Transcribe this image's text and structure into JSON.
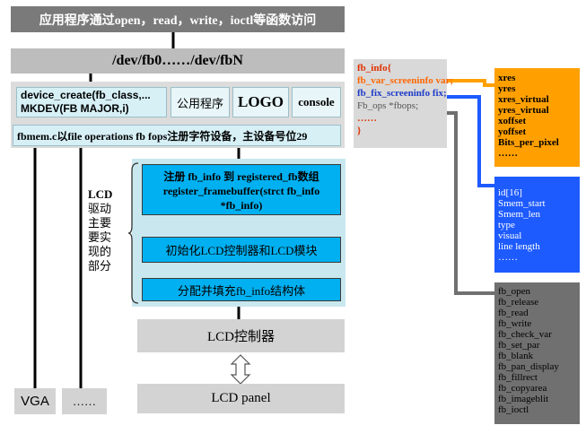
{
  "header": {
    "title": "应用程序通过open，read，write，ioctl等函数访问"
  },
  "device_path": "/dev/fb0……/dev/fbN",
  "core_layer": {
    "device_create_line1": "device_create(fb_class,...",
    "device_create_line2": "MKDEV(FB MAJOR,i)",
    "public_program": "公用程序",
    "logo": "LOGO",
    "console": "console",
    "fbmem_note": "fbmem.c以file operations fb fops注册字符设备，主设备号位29"
  },
  "lcd_driver": {
    "label_line1": "LCD",
    "label_rest": [
      "驱动",
      "主要",
      "要实",
      "现的",
      "部分"
    ],
    "step1_line1": "注册 fb_info 到 registered_fb数组",
    "step1_line2": "register_framebuffer(strct fb_info",
    "step1_line3": "*fb_info)",
    "step2": "初始化LCD控制器和LCD模块",
    "step3": "分配并填充fb_info结构体"
  },
  "hardware": {
    "controller": "LCD控制器",
    "panel": "LCD panel",
    "vga": "VGA",
    "other": "……"
  },
  "fb_info_struct": {
    "line1": "fb_info{",
    "var_line": "fb_var_screeninfo var;",
    "fix_line": "fb_fix_screeninfo fix;",
    "ops_line": "Fb_ops *fbops;",
    "ellipsis": "……",
    "close": "}"
  },
  "var_fields": [
    "xres",
    "yres",
    "xres_virtual",
    "yres_virtual",
    "xoffset",
    "yoffset",
    "Bits_per_pixel",
    "……"
  ],
  "fix_fields": [
    "id[16]",
    "Smem_start",
    "Smem_len",
    "type",
    "visual",
    "line length",
    "……"
  ],
  "ops_fields": [
    "fb_open",
    "fb_release",
    "fb_read",
    "fb_write",
    "fb_check_var",
    "fb_set_par",
    "fb_blank",
    "fb_pan_display",
    "fb_fillrect",
    "fb_copyarea",
    "fb_imageblit",
    "fb_ioctl"
  ],
  "colors": {
    "banner": "#7a7a7a",
    "var": "#ffa000",
    "fix": "#1e5bff",
    "ops": "#707070",
    "step": "#00b0f0",
    "var_text": "#ff6600",
    "fix_text": "#1e3cc8"
  }
}
